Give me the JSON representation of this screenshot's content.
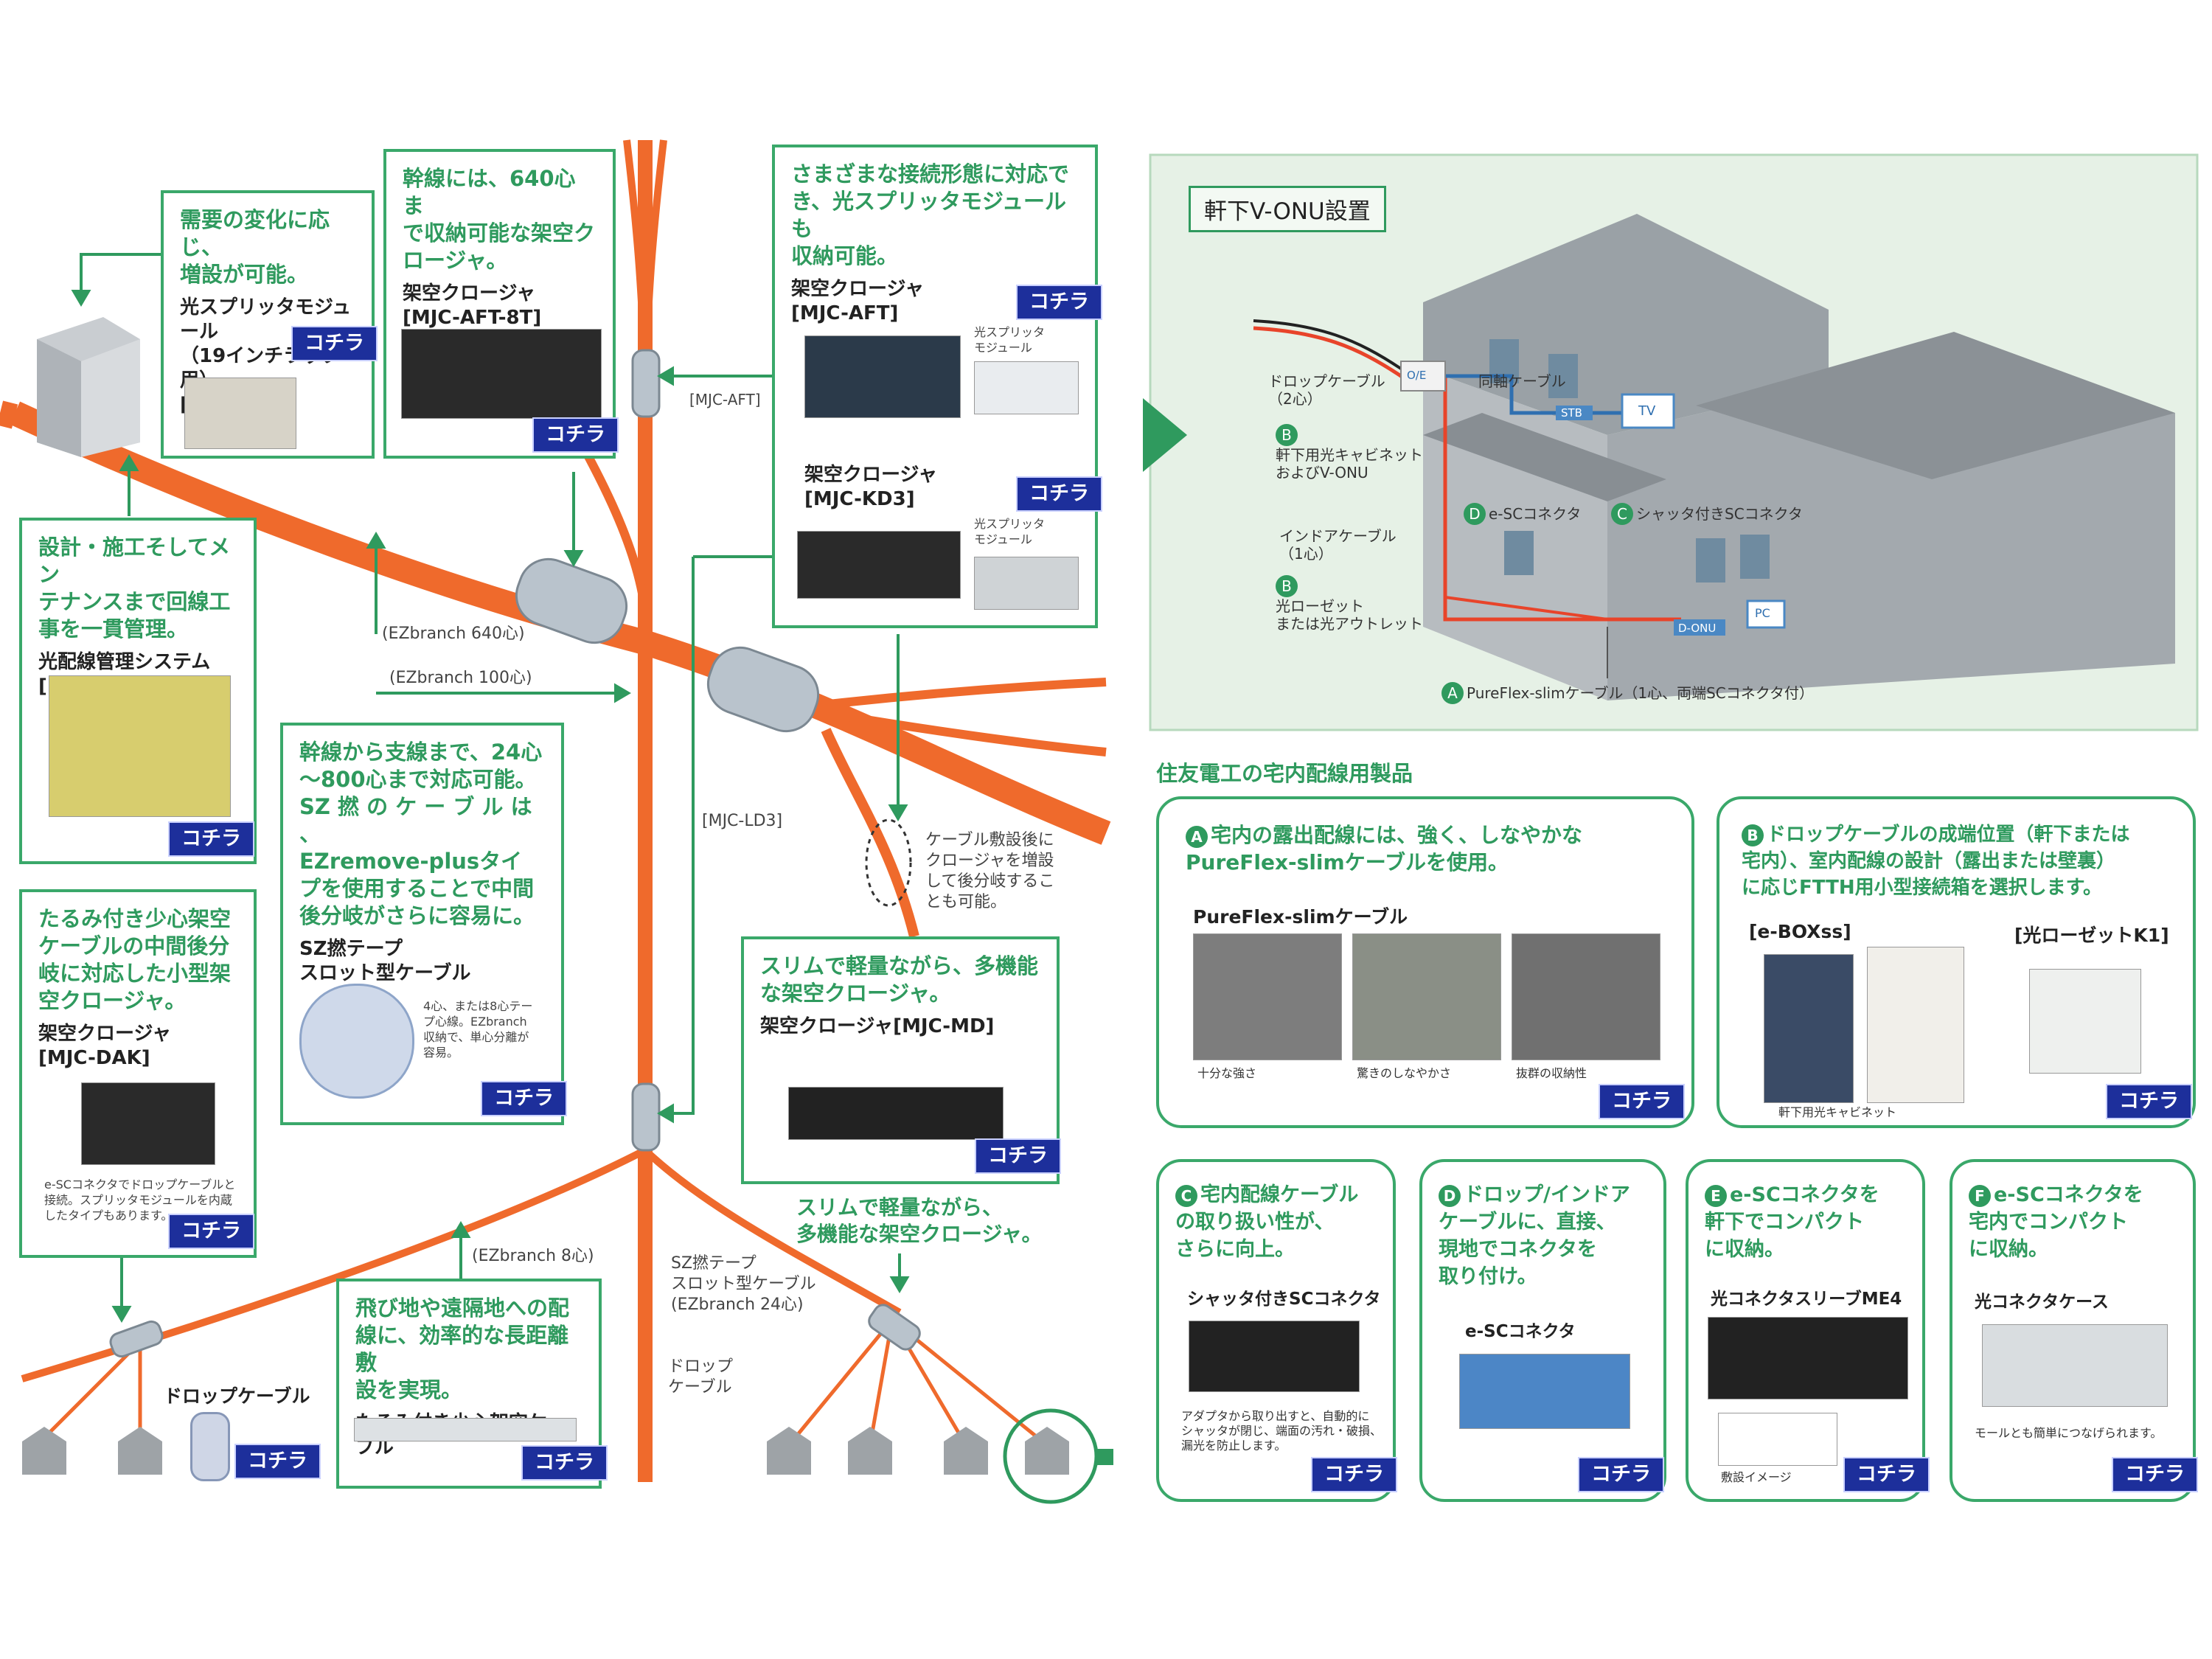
{
  "left": {
    "boxes": {
      "splitter": {
        "lead": "需要の変化に応じ、\n増設が可能。",
        "product": "光スプリッタモジュール\n（19インチラック用）\n[SMP3A]",
        "kochira": "コチラ"
      },
      "aft8t": {
        "lead": "幹線には、640心ま\nで収納可能な架空ク\nロージャ。",
        "product": "架空クロージャ\n[MJC-AFT-8T]",
        "kochira": "コチラ"
      },
      "aft_kd3": {
        "lead": "さまざまな接続形態に対応で\nき、光スプリッタモジュールも\n収納可能。",
        "product1": "架空クロージャ\n[MJC-AFT]",
        "product2": "架空クロージャ\n[MJC-KD3]",
        "splitter_label": "光スプリッタ\nモジュール",
        "kochira": "コチラ"
      },
      "facts": {
        "lead": "設計・施工そしてメン\nテナンスまで回線工\n事を一貫管理。",
        "product": "光配線管理システム\n[FACTS]",
        "kochira": "コチラ"
      },
      "ezremove": {
        "lead": "幹線から支線まで、24心\n～800心まで対応可能。\nSZ 撚 の ケ ー ブ ル は 、\nEZremove-plusタイ\nプを使用することで中間\n後分岐がさらに容易に。",
        "product": "SZ撚テープ\nスロット型ケーブル",
        "note": "4心、または8心テー\nプ心線。EZbranch\n収納で、単心分離が\n容易。",
        "kochira": "コチラ"
      },
      "dak": {
        "lead": "たるみ付き少心架空\nケーブルの中間後分\n岐に対応した小型架\n空クロージャ。",
        "product": "架空クロージャ\n[MJC-DAK]",
        "note": "e-SCコネクタでドロップケーブルと\n接続。スプリッタモジュールを内蔵\nしたタイプもあります。",
        "kochira": "コチラ"
      },
      "md": {
        "lead": "スリムで軽量ながら、多機能\nな架空クロージャ。",
        "product": "架空クロージャ[MJC-MD]",
        "kochira": "コチラ"
      },
      "slack": {
        "lead": "飛び地や遠隔地への配\n線に、効率的な長距離敷\n設を実現。",
        "product": "たるみ付き少心架空ケーブル",
        "kochira": "コチラ"
      }
    },
    "labels": {
      "mjc_aft": "[MJC-AFT]",
      "ez640": "(EZbranch 640心)",
      "ez100": "(EZbranch 100心)",
      "mjc_ld3": "[MJC-LD3]",
      "later_branch": "ケーブル敷設後に\nクロージャを増設\nして後分岐するこ\nとも可能。",
      "md_repeat": "スリムで軽量ながら、\n多機能な架空クロージャ。",
      "ez8": "(EZbranch 8心)",
      "sz24": "SZ撚テープ\nスロット型ケーブル\n(EZbranch 24心)",
      "drop1": "ドロップケーブル",
      "drop2": "ドロップ\nケーブル",
      "kochira_drop": "コチラ"
    }
  },
  "house": {
    "title": "軒下V-ONU設置",
    "labels": {
      "drop": "ドロップケーブル\n（2心）",
      "coax": "同軸ケーブル",
      "oe": "O/E",
      "stb": "STB",
      "tv": "TV",
      "cabinet": "軒下用光キャビネット\nおよびV-ONU",
      "esc": "e-SCコネクタ",
      "shutter_sc": "シャッタ付きSCコネクタ",
      "indoor": "インドアケーブル\n（1心）",
      "rosette": "光ローゼット\nまたは光アウトレット",
      "donu": "D-ONU",
      "pc": "PC",
      "pureflex": "PureFlex-slimケーブル（1心、両端SCコネクタ付）"
    },
    "badges": {
      "b": "B",
      "c": "C",
      "a": "A"
    }
  },
  "products": {
    "heading": "住友電工の宅内配線用製品",
    "a": {
      "badge": "A",
      "lead": "宅内の露出配線には、強く、しなやかな\nPureFlex-slimケーブルを使用。",
      "product": "PureFlex-slimケーブル",
      "caps": [
        "十分な強さ",
        "驚きのしなやかさ",
        "抜群の収納性"
      ],
      "kochira": "コチラ"
    },
    "b": {
      "badge": "B",
      "lead": "ドロップケーブルの成端位置（軒下または\n宅内）、室内配線の設計（露出または壁裏）\nに応じFTTH用小型接続箱を選択します。",
      "product1": "[e-BOXss]",
      "product2": "[光ローゼットK1]",
      "cap": "軒下用光キャビネット",
      "kochira": "コチラ"
    },
    "c": {
      "badge": "C",
      "lead": "宅内配線ケーブル\nの取り扱い性が、\nさらに向上。",
      "product": "シャッタ付きSCコネクタ",
      "cap": "アダプタから取り出すと、自動的に\nシャッタが閉じ、端面の汚れ・破損、\n漏光を防止します。",
      "kochira": "コチラ"
    },
    "d": {
      "badge": "D",
      "lead": "ドロップ/インドア\nケーブルに、直接、\n現地でコネクタを\n取り付け。",
      "product": "e-SCコネクタ",
      "kochira": "コチラ"
    },
    "e": {
      "badge": "E",
      "lead": "e-SCコネクタを\n軒下でコンパクト\nに収納。",
      "product": "光コネクタスリーブME4",
      "cap": "敷設イメージ",
      "kochira": "コチラ"
    },
    "f": {
      "badge": "F",
      "lead": "e-SCコネクタを\n宅内でコンパクト\nに収納。",
      "product": "光コネクタケース",
      "cap": "モールとも簡単につなげられます。",
      "kochira": "コチラ"
    }
  },
  "colors": {
    "green": "#3aa86a",
    "orange": "#ef6a2c",
    "navy": "#1d2f9b",
    "panel": "#e6f1e6"
  }
}
